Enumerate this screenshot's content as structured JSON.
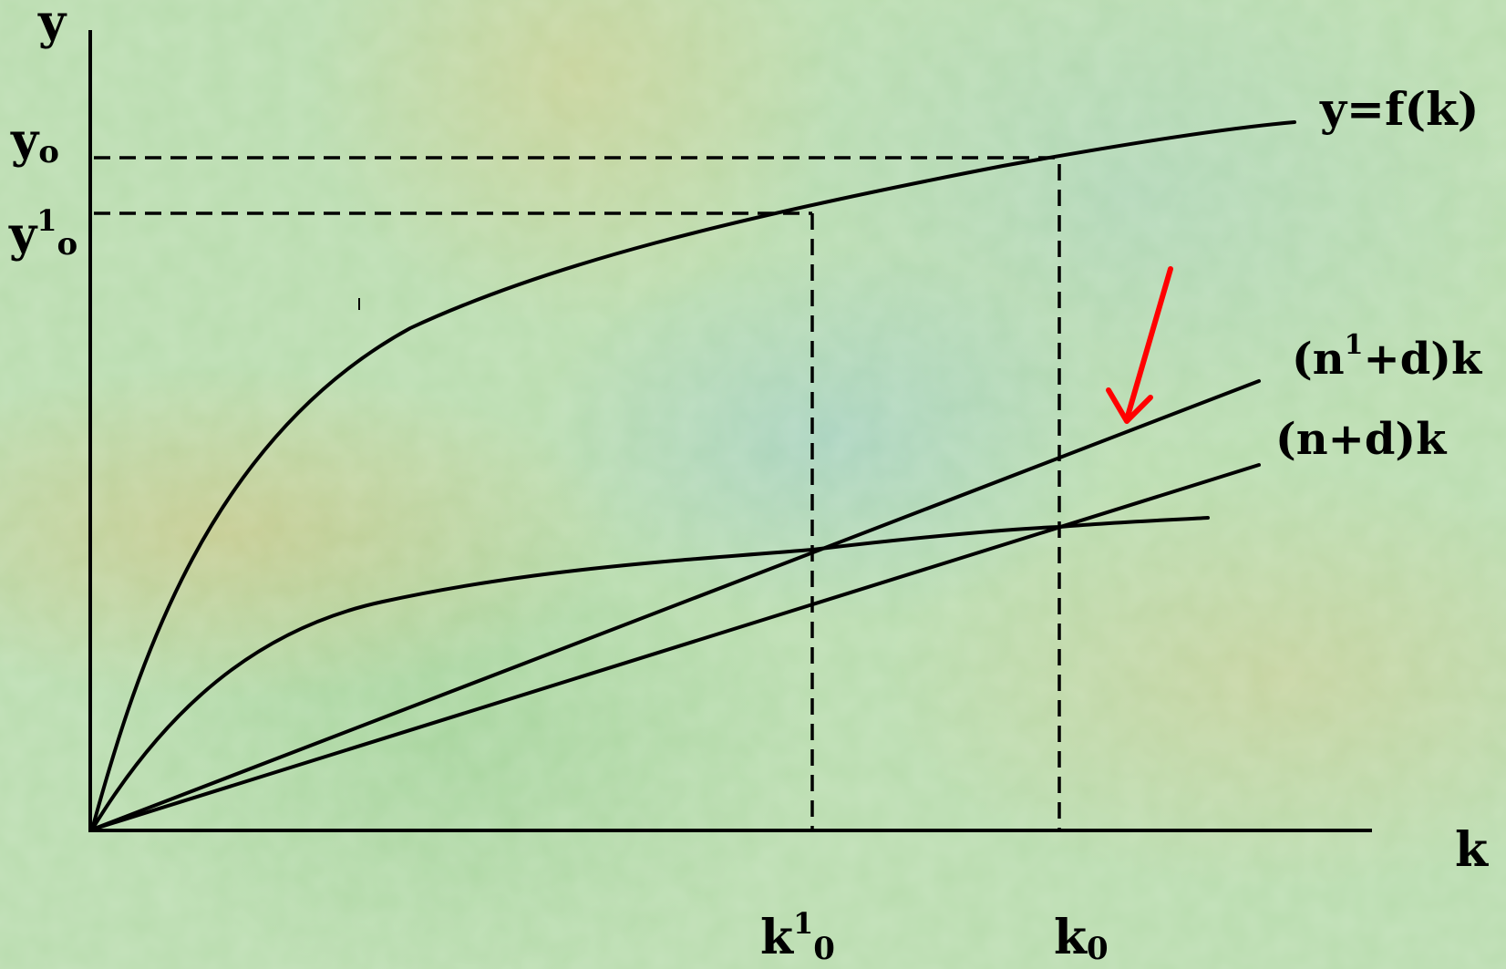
{
  "labels": {
    "y_axis": "y",
    "k_axis": "k",
    "y0_main": "y",
    "y0_sub": "o",
    "y10_main": "y",
    "y10_sup": "1",
    "y10_sub": "o",
    "k10_main": "k",
    "k10_sup": "1",
    "k10_sub": "0",
    "k0_main": "k",
    "k0_sub": "0",
    "production": "y=f(k)",
    "n1d_open": "(n",
    "n1d_sup": "1",
    "n1d_close": "+d)k",
    "nd": "(n+d)k"
  },
  "colors": {
    "curve": "#000000",
    "arrow": "#ff0000"
  }
}
